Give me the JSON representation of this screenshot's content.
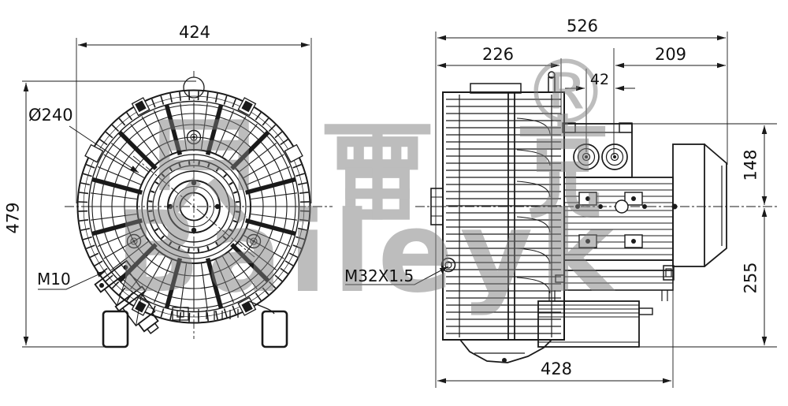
{
  "drawing": {
    "type": "side-channel-blower-dimension-drawing",
    "line_color": "#1a1a1a",
    "background": "#ffffff",
    "watermark_color": "#7d7d7d"
  },
  "watermark": {
    "cn": "贝雷克",
    "latin": "Baileyk",
    "reg": "®"
  },
  "dims": {
    "w424": "424",
    "h479": "479",
    "dia240": "Ø240",
    "m10": "M10",
    "l526": "526",
    "l226": "226",
    "l209": "209",
    "g42": "42",
    "h148": "148",
    "h255": "255",
    "b428": "428",
    "m32": "M32X1.5"
  }
}
